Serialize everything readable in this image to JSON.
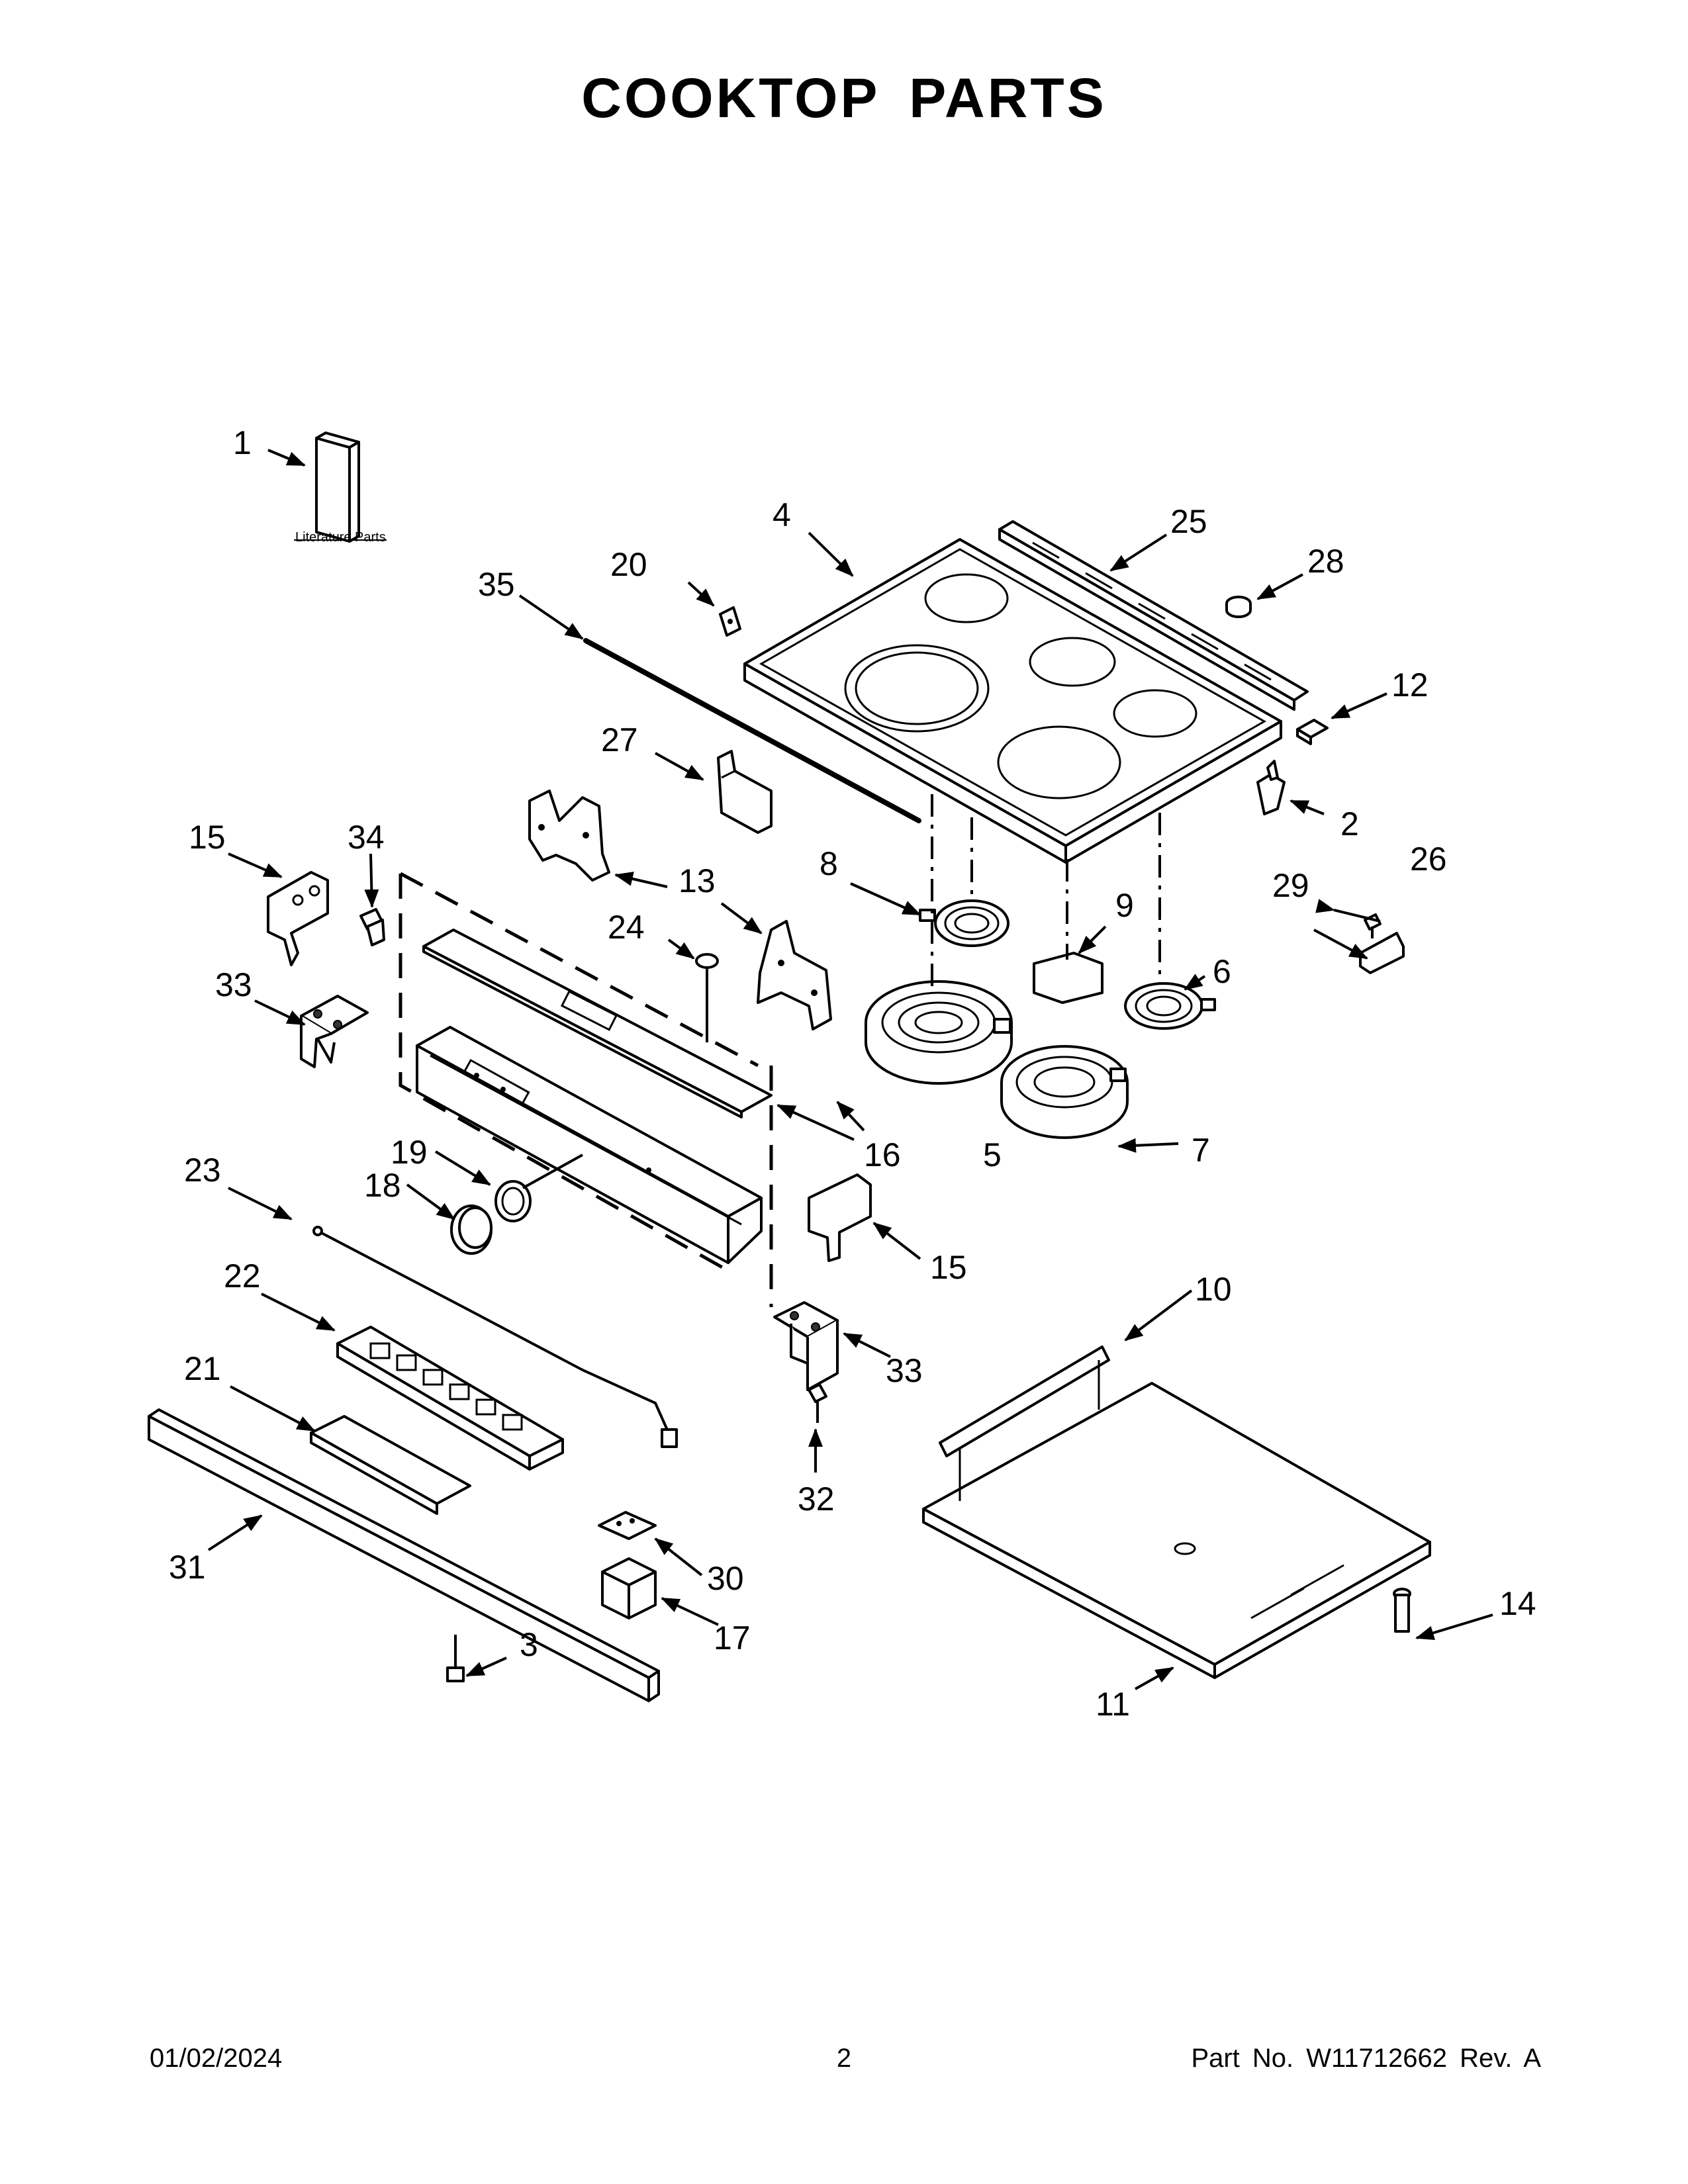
{
  "title": "COOKTOP PARTS",
  "literature_label": "Literature Parts",
  "callouts": {
    "c1": "1",
    "c2": "2",
    "c3": "3",
    "c4": "4",
    "c5": "5",
    "c6": "6",
    "c7": "7",
    "c8": "8",
    "c9": "9",
    "c10": "10",
    "c11": "11",
    "c12": "12",
    "c13": "13",
    "c14": "14",
    "c15": "15",
    "c16": "16",
    "c17": "17",
    "c18": "18",
    "c19": "19",
    "c20": "20",
    "c21": "21",
    "c22": "22",
    "c23": "23",
    "c24": "24",
    "c25": "25",
    "c26": "26",
    "c27": "27",
    "c28": "28",
    "c29": "29",
    "c30": "30",
    "c31": "31",
    "c32": "32",
    "c33": "33",
    "c34": "34",
    "c35": "35"
  },
  "footer": {
    "date": "01/02/2024",
    "page": "2",
    "part_no": "Part No.  W11712662  Rev.  A"
  }
}
